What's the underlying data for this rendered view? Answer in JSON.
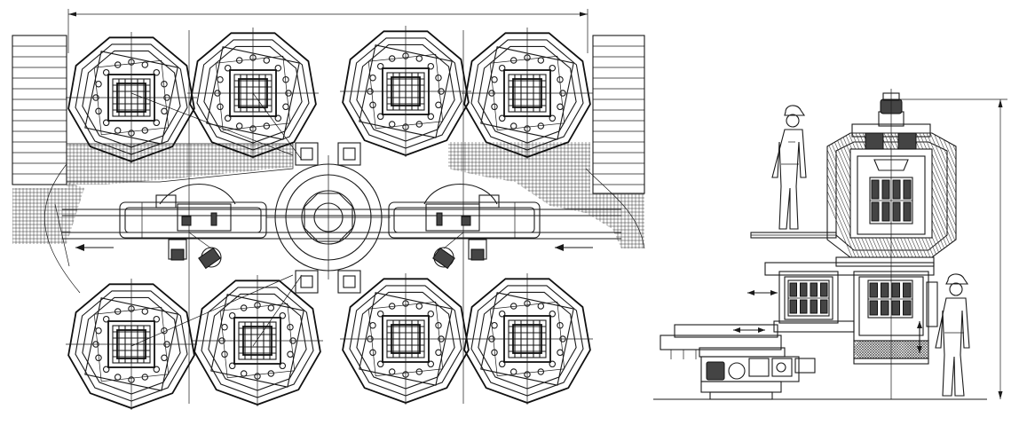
{
  "diagram": {
    "plan_view": {
      "furnace_count": 8,
      "furnace_rows": 2,
      "furnaces_per_row": 4,
      "manipulator_count": 2,
      "travel_arrow_direction": "left"
    },
    "elevation_view": {
      "workers_shown": 2,
      "shuttle_arrows": 2,
      "lift_arrow": "vertical"
    },
    "colors": {
      "line": "#1a1a1a",
      "background": "#ffffff"
    }
  }
}
